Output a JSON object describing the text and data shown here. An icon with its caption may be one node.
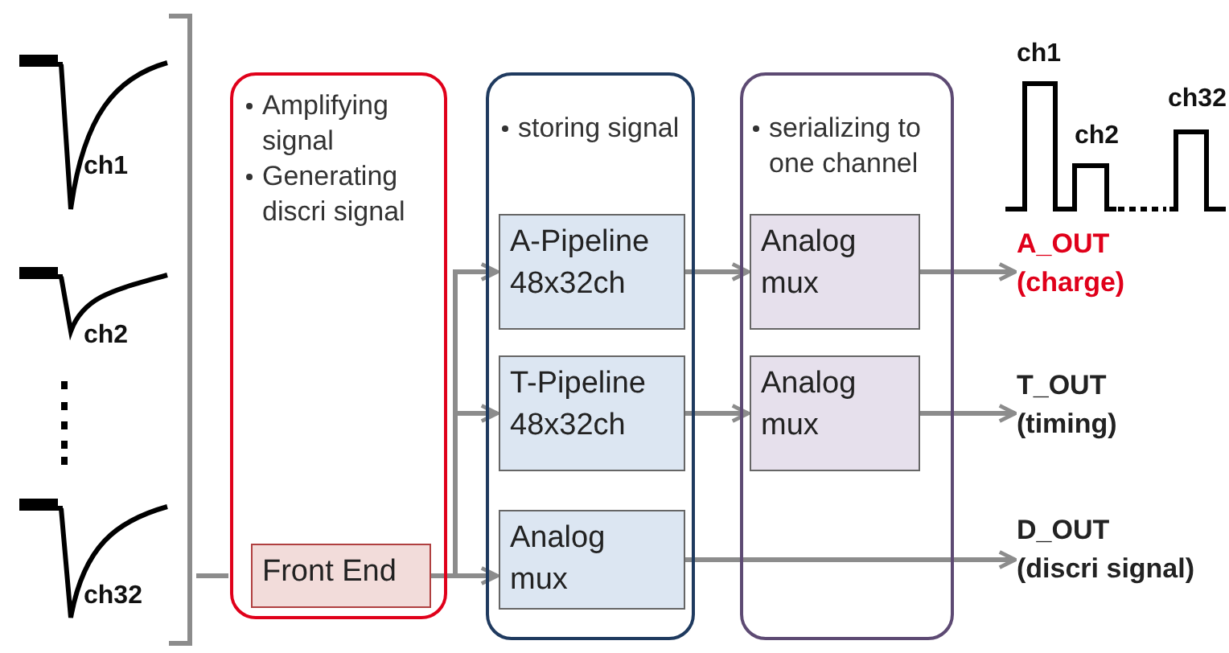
{
  "diagram": {
    "nodes": [
      {
        "text": [
          "Amplifying signal",
          "Generating discri signal"
        ]
      },
      {
        "text": [
          "Front End"
        ],
        "in": 0
      },
      {
        "text": [
          "storing signal"
        ]
      },
      {
        "text": [
          "A-Pipeline 48x32ch"
        ],
        "in": 2
      },
      {
        "text": [
          "T-Pipeline 48x32ch"
        ],
        "in": 2
      },
      {
        "text": [
          "Analog mux"
        ],
        "in": 2
      },
      {
        "text": [
          "serializing to one channel"
        ]
      },
      {
        "text": [
          "Analog mux"
        ],
        "in": 6
      },
      {
        "text": [
          "Analog mux"
        ],
        "in": 6
      },
      {
        "text": [
          "A_OUT",
          "(charge)"
        ]
      },
      {
        "text": [
          "T_OUT",
          "(timing)"
        ]
      },
      {
        "text": [
          "D_OUT",
          "(discri signal)"
        ]
      },
      {
        "text": [],
        "shape": "bracket"
      }
    ],
    "edges": [
      {
        "from": 12,
        "to": 0,
        "arrow": "none"
      },
      {
        "from": 1,
        "to": 3,
        "arrow": "to"
      },
      {
        "from": 1,
        "to": 4,
        "arrow": "to"
      },
      {
        "from": 1,
        "to": 5,
        "arrow": "to"
      },
      {
        "from": 3,
        "to": 7,
        "arrow": "to"
      },
      {
        "from": 4,
        "to": 8,
        "arrow": "to"
      },
      {
        "from": 7,
        "to": 9,
        "arrow": "to"
      },
      {
        "from": 8,
        "to": 10,
        "arrow": "to"
      },
      {
        "from": 5,
        "to": 11,
        "arrow": "to"
      }
    ],
    "labels": [
      "ch1",
      "ch2",
      "ch32",
      "ch1",
      "ch2",
      "ch32"
    ]
  }
}
